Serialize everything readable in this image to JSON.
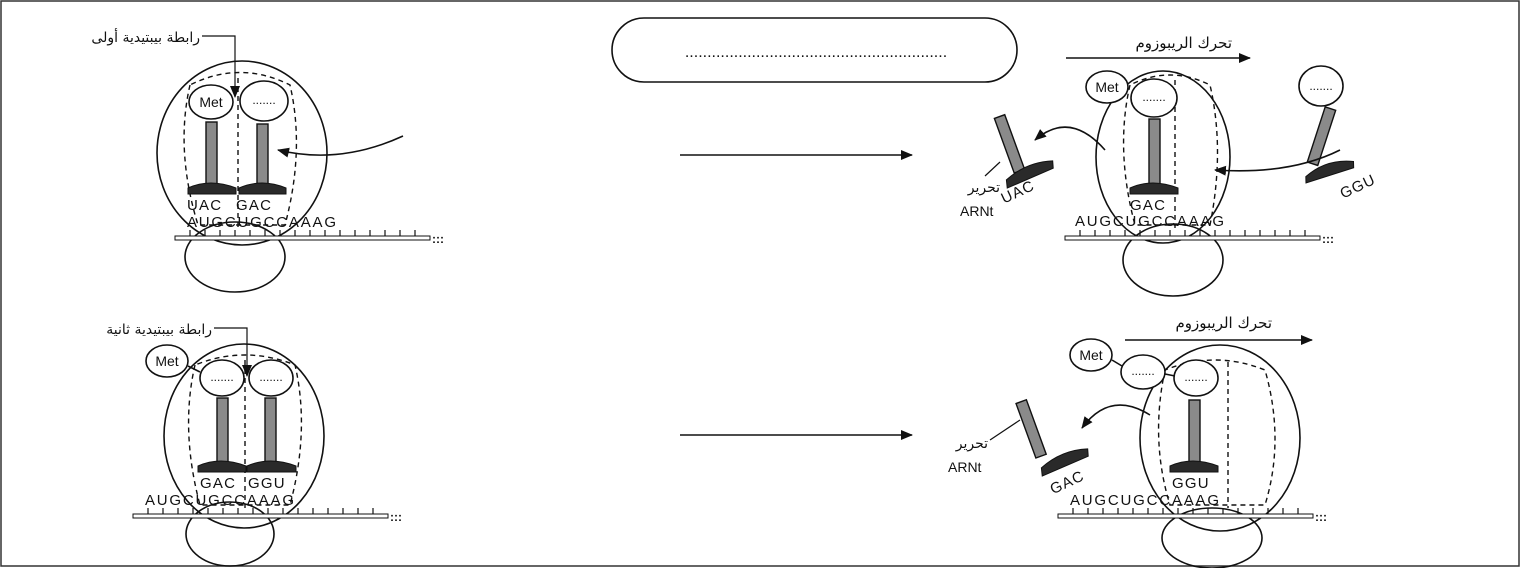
{
  "caption_box": {
    "text": "..........................................................."
  },
  "step1": {
    "bond_label": "رابطة بيبتيدية أولى",
    "met": "Met",
    "site_dots": ".......",
    "anticodon1": "UAC",
    "anticodon2": "GAC",
    "mrna": "AUGCUGCCAAAG",
    "mrna_end": ":::"
  },
  "step2": {
    "move_label": "تحرك الريبوزوم",
    "met": "Met",
    "site_dots": ".......",
    "incoming_dots": ".......",
    "incoming_anticodon": "GGU",
    "release_label_ar": "تحرير",
    "release_label_en": "ARNt",
    "released_anticodon": "UAC",
    "anticodon_in_site": "GAC",
    "mrna": "AUGCUGCCAAAG",
    "mrna_end": ":::"
  },
  "step3": {
    "bond_label": "رابطة بيبتيدية ثانية",
    "met": "Met",
    "site_dots1": ".......",
    "site_dots2": ".......",
    "anticodon1": "GAC",
    "anticodon2": "GGU",
    "mrna": "AUGCUGCCAAAG",
    "mrna_end": ":::"
  },
  "step4": {
    "move_label": "تحرك الريبوزوم",
    "met": "Met",
    "chain_dots": ".......",
    "site_dots": ".......",
    "release_label_ar": "تحرير",
    "release_label_en": "ARNt",
    "released_anticodon": "GAC",
    "anticodon_in_site": "GGU",
    "mrna": "AUGCUGCCAAAG",
    "mrna_end": ":::"
  }
}
